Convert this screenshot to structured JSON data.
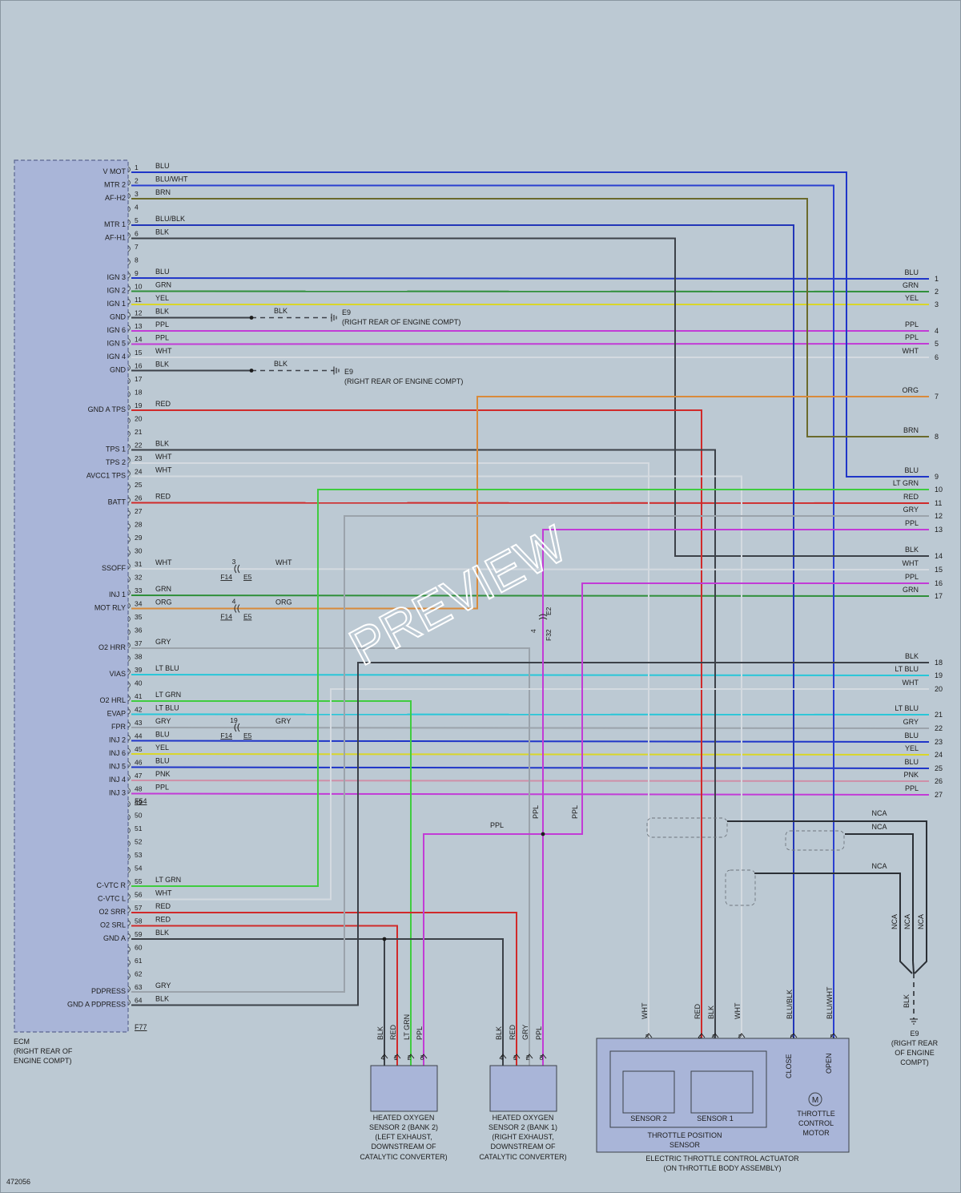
{
  "colors": {
    "BLU": "#1f35c8",
    "BLU/WHT": "#2a3fd0",
    "BRN": "#6b6a2c",
    "BLU/BLK": "#2236b8",
    "BLK": "#3c4148",
    "GRN": "#2f8f3a",
    "YEL": "#d9d629",
    "PPL": "#c23bd6",
    "WHT": "#d4dae0",
    "RED": "#d02a2a",
    "ORG": "#d98a3a",
    "GRY": "#9ba3ab",
    "LT GRN": "#3fcc3f",
    "LT BLU": "#28c6d8",
    "PNK": "#cf8fa8",
    "NCA": "#2b2f35"
  },
  "ecm": {
    "label_lines": [
      "ECM",
      "(RIGHT REAR OF",
      "ENGINE COMPT)"
    ],
    "connector_1": "F54",
    "connector_2": "F77",
    "pins": [
      {
        "n": "1",
        "fn": "V MOT",
        "color": "BLU"
      },
      {
        "n": "2",
        "fn": "MTR 2",
        "color": "BLU/WHT"
      },
      {
        "n": "3",
        "fn": "AF-H2",
        "color": "BRN"
      },
      {
        "n": "4",
        "fn": "",
        "color": ""
      },
      {
        "n": "5",
        "fn": "MTR 1",
        "color": "BLU/BLK"
      },
      {
        "n": "6",
        "fn": "AF-H1",
        "color": "BLK"
      },
      {
        "n": "7",
        "fn": "",
        "color": ""
      },
      {
        "n": "8",
        "fn": "",
        "color": ""
      },
      {
        "n": "9",
        "fn": "IGN 3",
        "color": "BLU"
      },
      {
        "n": "10",
        "fn": "IGN 2",
        "color": "GRN"
      },
      {
        "n": "11",
        "fn": "IGN 1",
        "color": "YEL"
      },
      {
        "n": "12",
        "fn": "GND",
        "color": "BLK"
      },
      {
        "n": "13",
        "fn": "IGN 6",
        "color": "PPL"
      },
      {
        "n": "14",
        "fn": "IGN 5",
        "color": "PPL"
      },
      {
        "n": "15",
        "fn": "IGN 4",
        "color": "WHT"
      },
      {
        "n": "16",
        "fn": "GND",
        "color": "BLK"
      },
      {
        "n": "17",
        "fn": "",
        "color": ""
      },
      {
        "n": "18",
        "fn": "",
        "color": ""
      },
      {
        "n": "19",
        "fn": "GND A TPS",
        "color": "RED"
      },
      {
        "n": "20",
        "fn": "",
        "color": ""
      },
      {
        "n": "21",
        "fn": "",
        "color": ""
      },
      {
        "n": "22",
        "fn": "TPS 1",
        "color": "BLK"
      },
      {
        "n": "23",
        "fn": "TPS 2",
        "color": "WHT"
      },
      {
        "n": "24",
        "fn": "AVCC1 TPS",
        "color": "WHT"
      },
      {
        "n": "25",
        "fn": "",
        "color": ""
      },
      {
        "n": "26",
        "fn": "BATT",
        "color": "RED"
      },
      {
        "n": "27",
        "fn": "",
        "color": ""
      },
      {
        "n": "28",
        "fn": "",
        "color": ""
      },
      {
        "n": "29",
        "fn": "",
        "color": ""
      },
      {
        "n": "30",
        "fn": "",
        "color": ""
      },
      {
        "n": "31",
        "fn": "SSOFF",
        "color": "WHT"
      },
      {
        "n": "32",
        "fn": "",
        "color": ""
      },
      {
        "n": "33",
        "fn": "INJ 1",
        "color": "GRN"
      },
      {
        "n": "34",
        "fn": "MOT RLY",
        "color": "ORG"
      },
      {
        "n": "35",
        "fn": "",
        "color": ""
      },
      {
        "n": "36",
        "fn": "",
        "color": ""
      },
      {
        "n": "37",
        "fn": "O2 HRR",
        "color": "GRY"
      },
      {
        "n": "38",
        "fn": "",
        "color": ""
      },
      {
        "n": "39",
        "fn": "VIAS",
        "color": "LT BLU"
      },
      {
        "n": "40",
        "fn": "",
        "color": ""
      },
      {
        "n": "41",
        "fn": "O2 HRL",
        "color": "LT GRN"
      },
      {
        "n": "42",
        "fn": "EVAP",
        "color": "LT BLU"
      },
      {
        "n": "43",
        "fn": "FPR",
        "color": "GRY"
      },
      {
        "n": "44",
        "fn": "INJ 2",
        "color": "BLU"
      },
      {
        "n": "45",
        "fn": "INJ 6",
        "color": "YEL"
      },
      {
        "n": "46",
        "fn": "INJ 5",
        "color": "BLU"
      },
      {
        "n": "47",
        "fn": "INJ 4",
        "color": "PNK"
      },
      {
        "n": "48",
        "fn": "INJ 3",
        "color": "PPL"
      },
      {
        "n": "49",
        "fn": "",
        "color": ""
      },
      {
        "n": "50",
        "fn": "",
        "color": ""
      },
      {
        "n": "51",
        "fn": "",
        "color": ""
      },
      {
        "n": "52",
        "fn": "",
        "color": ""
      },
      {
        "n": "53",
        "fn": "",
        "color": ""
      },
      {
        "n": "54",
        "fn": "",
        "color": ""
      },
      {
        "n": "55",
        "fn": "C-VTC R",
        "color": "LT GRN"
      },
      {
        "n": "56",
        "fn": "C-VTC L",
        "color": "WHT"
      },
      {
        "n": "57",
        "fn": "O2 SRR",
        "color": "RED"
      },
      {
        "n": "58",
        "fn": "O2 SRL",
        "color": "RED"
      },
      {
        "n": "59",
        "fn": "GND A",
        "color": "BLK"
      },
      {
        "n": "60",
        "fn": "",
        "color": ""
      },
      {
        "n": "61",
        "fn": "",
        "color": ""
      },
      {
        "n": "62",
        "fn": "",
        "color": ""
      },
      {
        "n": "63",
        "fn": "PDPRESS",
        "color": "GRY"
      },
      {
        "n": "64",
        "fn": "GND A PDPRESS",
        "color": "BLK"
      }
    ]
  },
  "right_terminals": [
    {
      "n": "1",
      "color": "BLU"
    },
    {
      "n": "2",
      "color": "GRN"
    },
    {
      "n": "3",
      "color": "YEL"
    },
    {
      "n": "4",
      "color": "PPL"
    },
    {
      "n": "5",
      "color": "PPL"
    },
    {
      "n": "6",
      "color": "WHT"
    },
    {
      "n": "7",
      "color": "ORG"
    },
    {
      "n": "8",
      "color": "BRN"
    },
    {
      "n": "9",
      "color": "BLU"
    },
    {
      "n": "10",
      "color": "LT GRN"
    },
    {
      "n": "11",
      "color": "RED"
    },
    {
      "n": "12",
      "color": "GRY"
    },
    {
      "n": "13",
      "color": "PPL"
    },
    {
      "n": "14",
      "color": "BLK"
    },
    {
      "n": "15",
      "color": "WHT"
    },
    {
      "n": "16",
      "color": "PPL"
    },
    {
      "n": "17",
      "color": "GRN"
    },
    {
      "n": "18",
      "color": "BLK"
    },
    {
      "n": "19",
      "color": "LT BLU"
    },
    {
      "n": "20",
      "color": "WHT"
    },
    {
      "n": "21",
      "color": "LT BLU"
    },
    {
      "n": "22",
      "color": "GRY"
    },
    {
      "n": "23",
      "color": "BLU"
    },
    {
      "n": "24",
      "color": "YEL"
    },
    {
      "n": "25",
      "color": "BLU"
    },
    {
      "n": "26",
      "color": "PNK"
    },
    {
      "n": "27",
      "color": "PPL"
    }
  ],
  "grounds": {
    "e9_label": "E9",
    "e9_location": "(RIGHT REAR OF ENGINE COMPT)",
    "e9_bottom_lines": [
      "E9",
      "(RIGHT REAR",
      "OF ENGINE",
      "COMPT)"
    ],
    "blk": "BLK"
  },
  "inline_connectors": {
    "c1": {
      "pin": "3",
      "conn": "F14",
      "mate": "E5",
      "color": "WHT"
    },
    "c2": {
      "pin": "4",
      "conn": "F14",
      "mate": "E5",
      "color": "ORG"
    },
    "c3": {
      "pin": "19",
      "conn": "F14",
      "mate": "E5",
      "color": "GRY"
    },
    "c4": {
      "pin": "4",
      "conn": "F32",
      "mate": "E2",
      "color": "PPL"
    }
  },
  "labels": {
    "ppl": "PPL",
    "nca": "NCA",
    "watermark": "PREVIEW",
    "code": "472056"
  },
  "components": {
    "o2_bank2": {
      "lines": [
        "HEATED OXYGEN",
        "SENSOR 2 (BANK 2)",
        "(LEFT EXHAUST,",
        "DOWNSTREAM OF",
        "CATALYTIC CONVERTER)"
      ],
      "pins": [
        {
          "n": "4",
          "color": "BLK"
        },
        {
          "n": "1",
          "color": "RED"
        },
        {
          "n": "2",
          "color": "LT GRN"
        },
        {
          "n": "3",
          "color": "PPL"
        }
      ]
    },
    "o2_bank1": {
      "lines": [
        "HEATED OXYGEN",
        "SENSOR 2 (BANK 1)",
        "(RIGHT EXHAUST,",
        "DOWNSTREAM OF",
        "CATALYTIC CONVERTER)"
      ],
      "pins": [
        {
          "n": "4",
          "color": "BLK"
        },
        {
          "n": "1",
          "color": "RED"
        },
        {
          "n": "2",
          "color": "GRY"
        },
        {
          "n": "3",
          "color": "PPL"
        }
      ]
    },
    "throttle": {
      "pins": [
        {
          "n": "3",
          "color": "WHT"
        },
        {
          "n": "4",
          "color": "RED"
        },
        {
          "n": "1",
          "color": "BLK"
        },
        {
          "n": "2",
          "color": "WHT"
        },
        {
          "n": "6",
          "color": "BLU/BLK"
        },
        {
          "n": "5",
          "color": "BLU/WHT"
        }
      ],
      "sensor2": "SENSOR 2",
      "sensor1": "SENSOR 1",
      "tps_lines": [
        "THROTTLE POSITION",
        "SENSOR"
      ],
      "close": "CLOSE",
      "open": "OPEN",
      "motor_symbol": "M",
      "motor_lines": [
        "THROTTLE",
        "CONTROL",
        "MOTOR"
      ],
      "title_lines": [
        "ELECTRIC THROTTLE CONTROL ACTUATOR",
        "(ON THROTTLE BODY ASSEMBLY)"
      ]
    }
  }
}
